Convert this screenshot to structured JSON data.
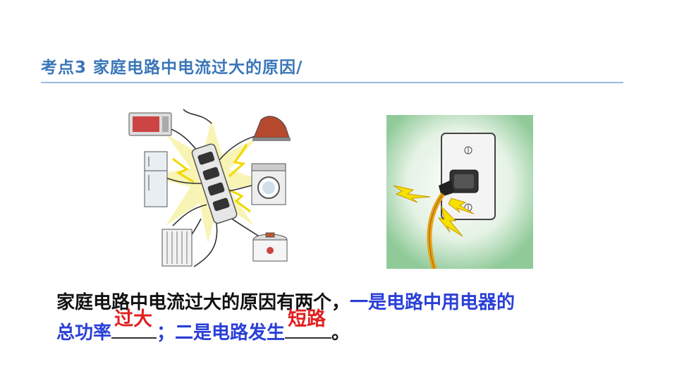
{
  "slide": {
    "title": "考点3  家庭电路中电流过大的原因/",
    "paragraph": {
      "part1": "家庭电路中电流过大的原因有两个，",
      "part2": "一是电路中用电器的",
      "part3": "总功率",
      "answer1": "过大",
      "part4": "；二是电路发生",
      "answer2": "短路",
      "part5": "。"
    }
  },
  "figures": {
    "left_icon": "overloaded-power-strip-illustration",
    "right_icon": "short-circuit-outlet-illustration"
  },
  "colors": {
    "title": "#3a76b8",
    "rule": "#9bbbe0",
    "text_black": "#111111",
    "text_blue": "#2a3fd6",
    "answer_red": "#e01f1f",
    "spark_yellow": "#f6e000",
    "cord_orange": "#e8a21a"
  }
}
